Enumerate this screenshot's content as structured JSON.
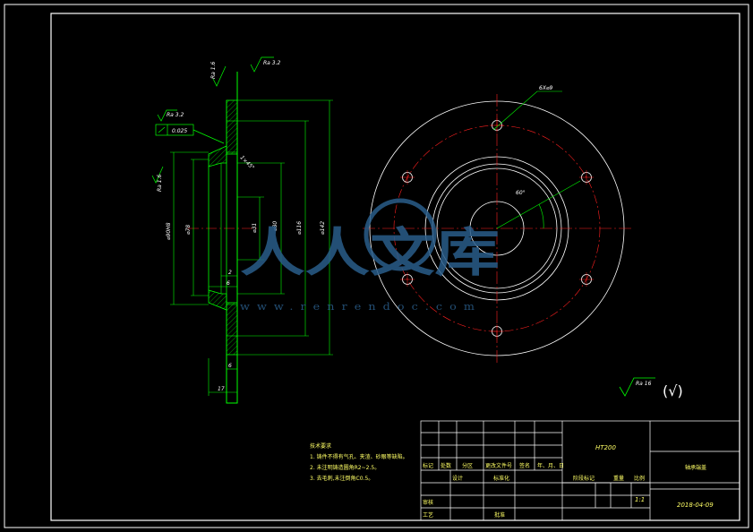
{
  "drawing": {
    "material": "HT200",
    "part_name": "轴承端盖",
    "scale_value": "1:1",
    "date": "2018-04-09",
    "technical_requirements": {
      "title": "技术要求",
      "items": [
        "1. 铸件不得有气孔、夹渣、砂眼等缺陷。",
        "2. 未注明铸造圆角R2~2.5。",
        "3. 去毛刺,未注倒角C0.5。"
      ]
    },
    "roughness_general": "Ra 16",
    "roughness_general_other": "(√)"
  },
  "title_block": {
    "row_labels": [
      "标记",
      "处数",
      "分区",
      "更改文件号",
      "签名",
      "年、月、日"
    ],
    "sign_labels": [
      "设计",
      "标准化"
    ],
    "stage_label": "阶段标记",
    "weight_label": "重量",
    "scale_label": "比例",
    "review_label": "审核",
    "process_label": "工艺",
    "approve_label": "批准"
  },
  "section_view": {
    "dims": {
      "d142": "⌀142",
      "d116": "⌀116",
      "d80": "⌀80",
      "d31": "⌀31",
      "d78": "⌀78",
      "d90": "⌀90H8",
      "w2": "2",
      "w6": "6",
      "w6b": "6",
      "w17": "17",
      "ra16_top": "Ra 1.6",
      "ra32_top": "Ra 3.2",
      "ra32_left": "Ra 3.2",
      "ra16_left": "Ra 1.6",
      "runout": "0.025",
      "chamfer": "1×45°"
    }
  },
  "front_view": {
    "holes_label": "6X⌀9",
    "angle_label": "60°"
  },
  "watermark": {
    "text": "人人文库",
    "url": "www.renrendoc.com"
  },
  "colors": {
    "border": "#ffffff",
    "outline": "#00ff00",
    "centerline": "#ff2020",
    "dimension": "#00ff00",
    "hatch": "#00ff00",
    "title_text": "#ffff66",
    "watermark": "#2a5d8a"
  }
}
